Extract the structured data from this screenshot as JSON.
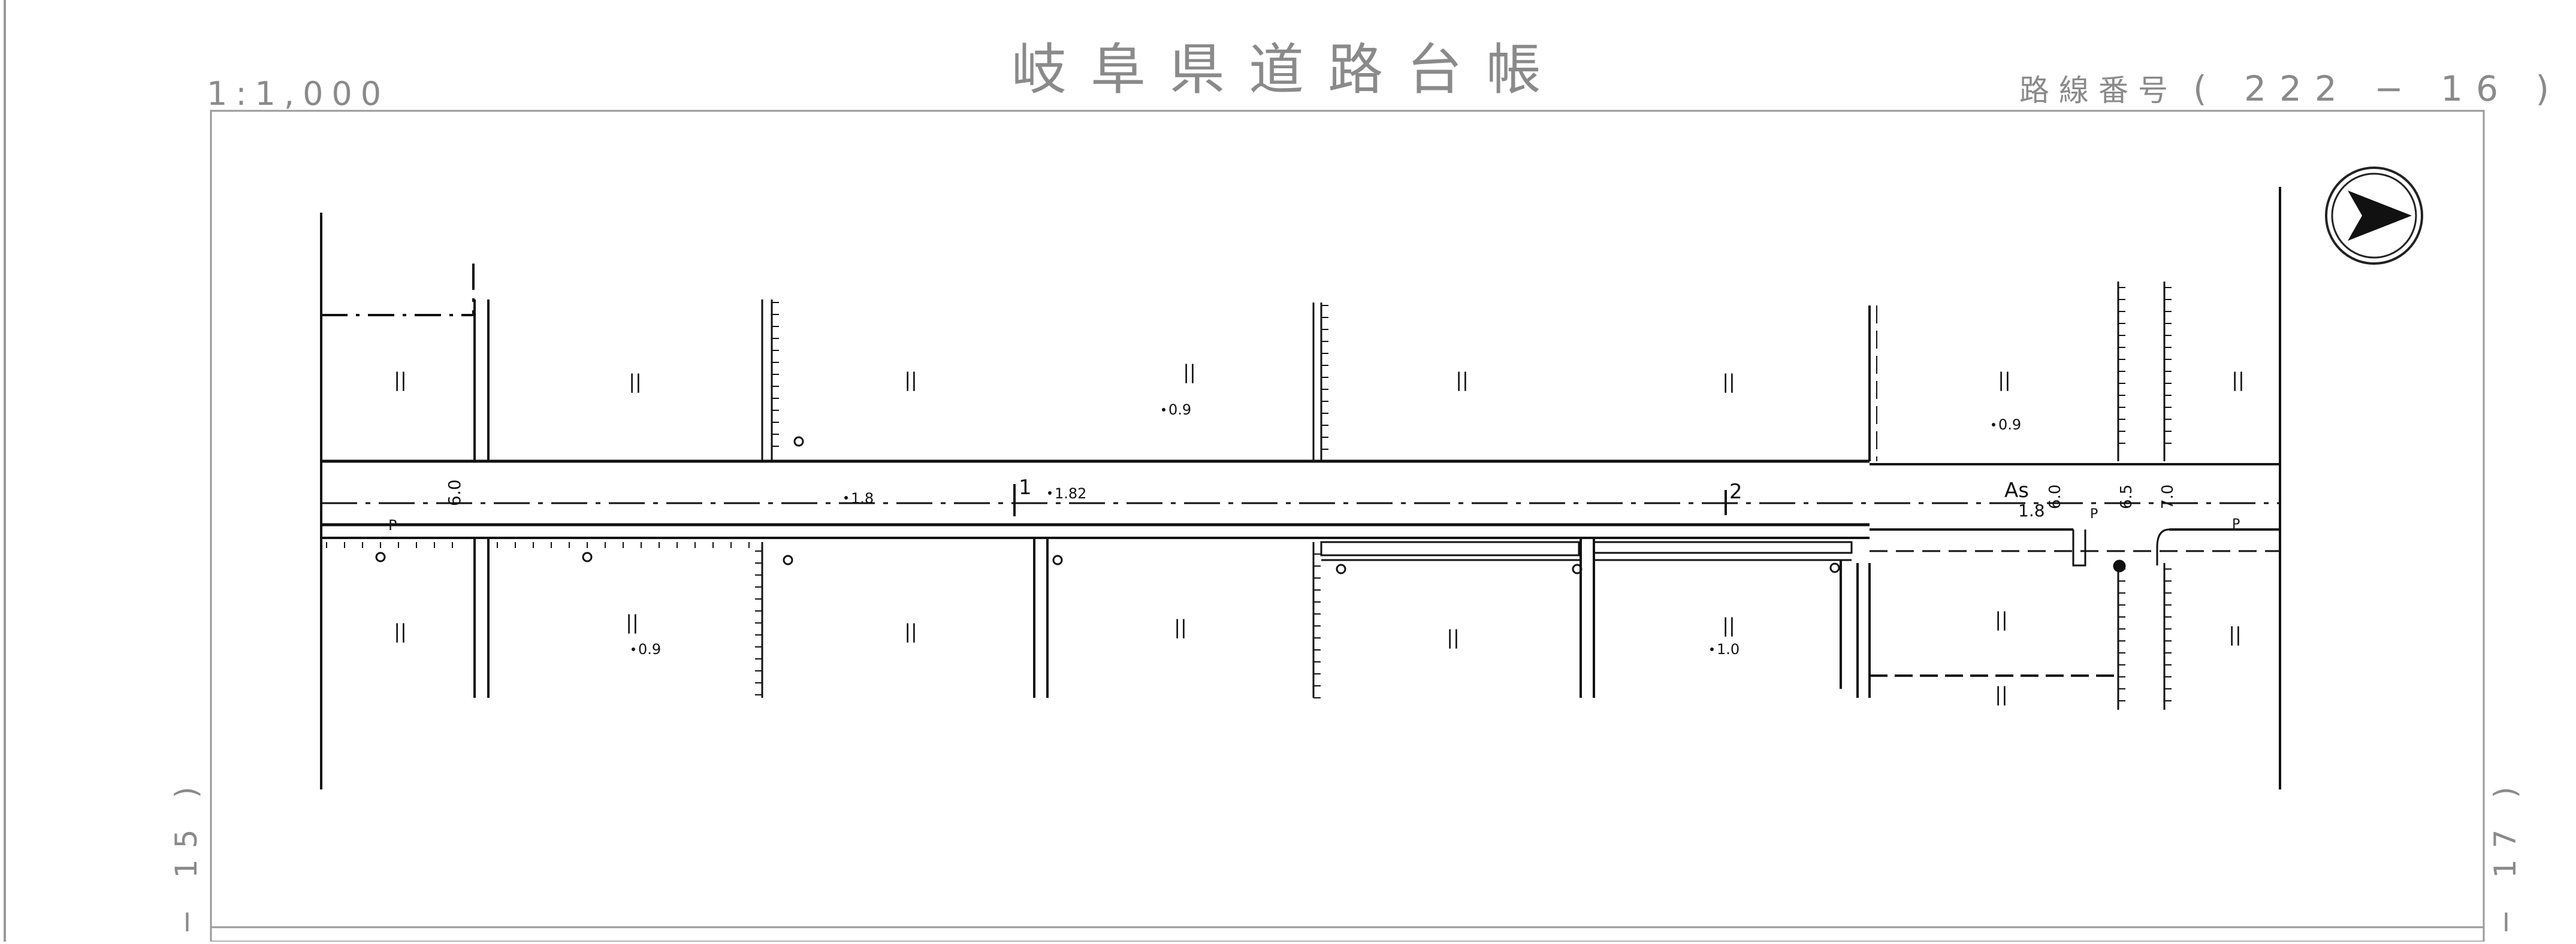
{
  "header": {
    "scale": "1:1,000",
    "title": "岐阜県道路台帳",
    "route_label": "路線番号",
    "route_number": "( 222 − 16 )"
  },
  "side_labels": {
    "left_sheet": "− 15 )",
    "right_sheet": "− 17 )"
  },
  "map": {
    "parcel_mark": "||",
    "surface": "As",
    "stations": [
      "1",
      "2"
    ],
    "road_widths": [
      "6.0",
      "6.0",
      "6.5",
      "7.0"
    ],
    "spot_values": [
      "1.8",
      "1.82",
      "0.9",
      "0.9",
      "0.9",
      "1.0",
      "1.8"
    ],
    "utility_marks": [
      "P",
      "P",
      "P"
    ]
  }
}
